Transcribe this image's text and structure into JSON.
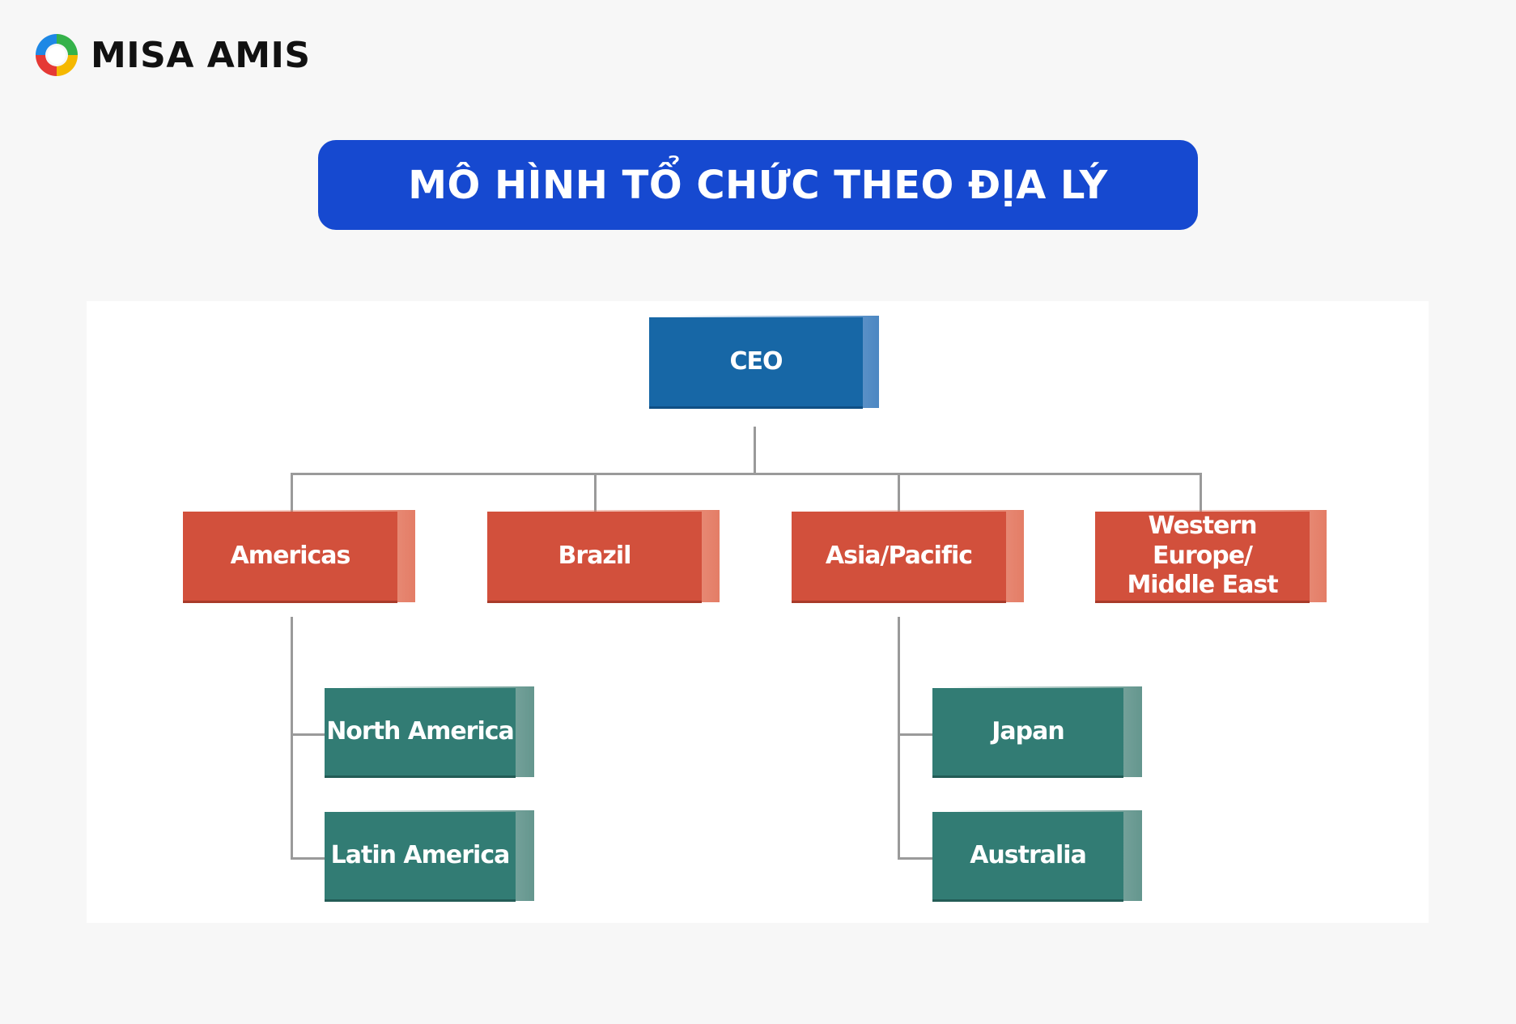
{
  "brand": {
    "name": "MISA AMIS",
    "logo_icon": "misa-ring-logo-icon"
  },
  "banner": {
    "title": "MÔ HÌNH TỔ CHỨC THEO ĐỊA LÝ"
  },
  "colors": {
    "banner": "#1649d0",
    "ceo": "#1767a6",
    "region": "#d2503c",
    "subregion": "#327c74",
    "connector": "#9a9a9a"
  },
  "org_chart": {
    "ceo": {
      "label": "CEO"
    },
    "regions": [
      {
        "label": "Americas",
        "children": [
          {
            "label": "North America"
          },
          {
            "label": "Latin America"
          }
        ]
      },
      {
        "label": "Brazil",
        "children": []
      },
      {
        "label": "Asia/Pacific",
        "children": [
          {
            "label": "Japan"
          },
          {
            "label": "Australia"
          }
        ]
      },
      {
        "label": "Western Europe/\nMiddle East",
        "children": []
      }
    ]
  }
}
